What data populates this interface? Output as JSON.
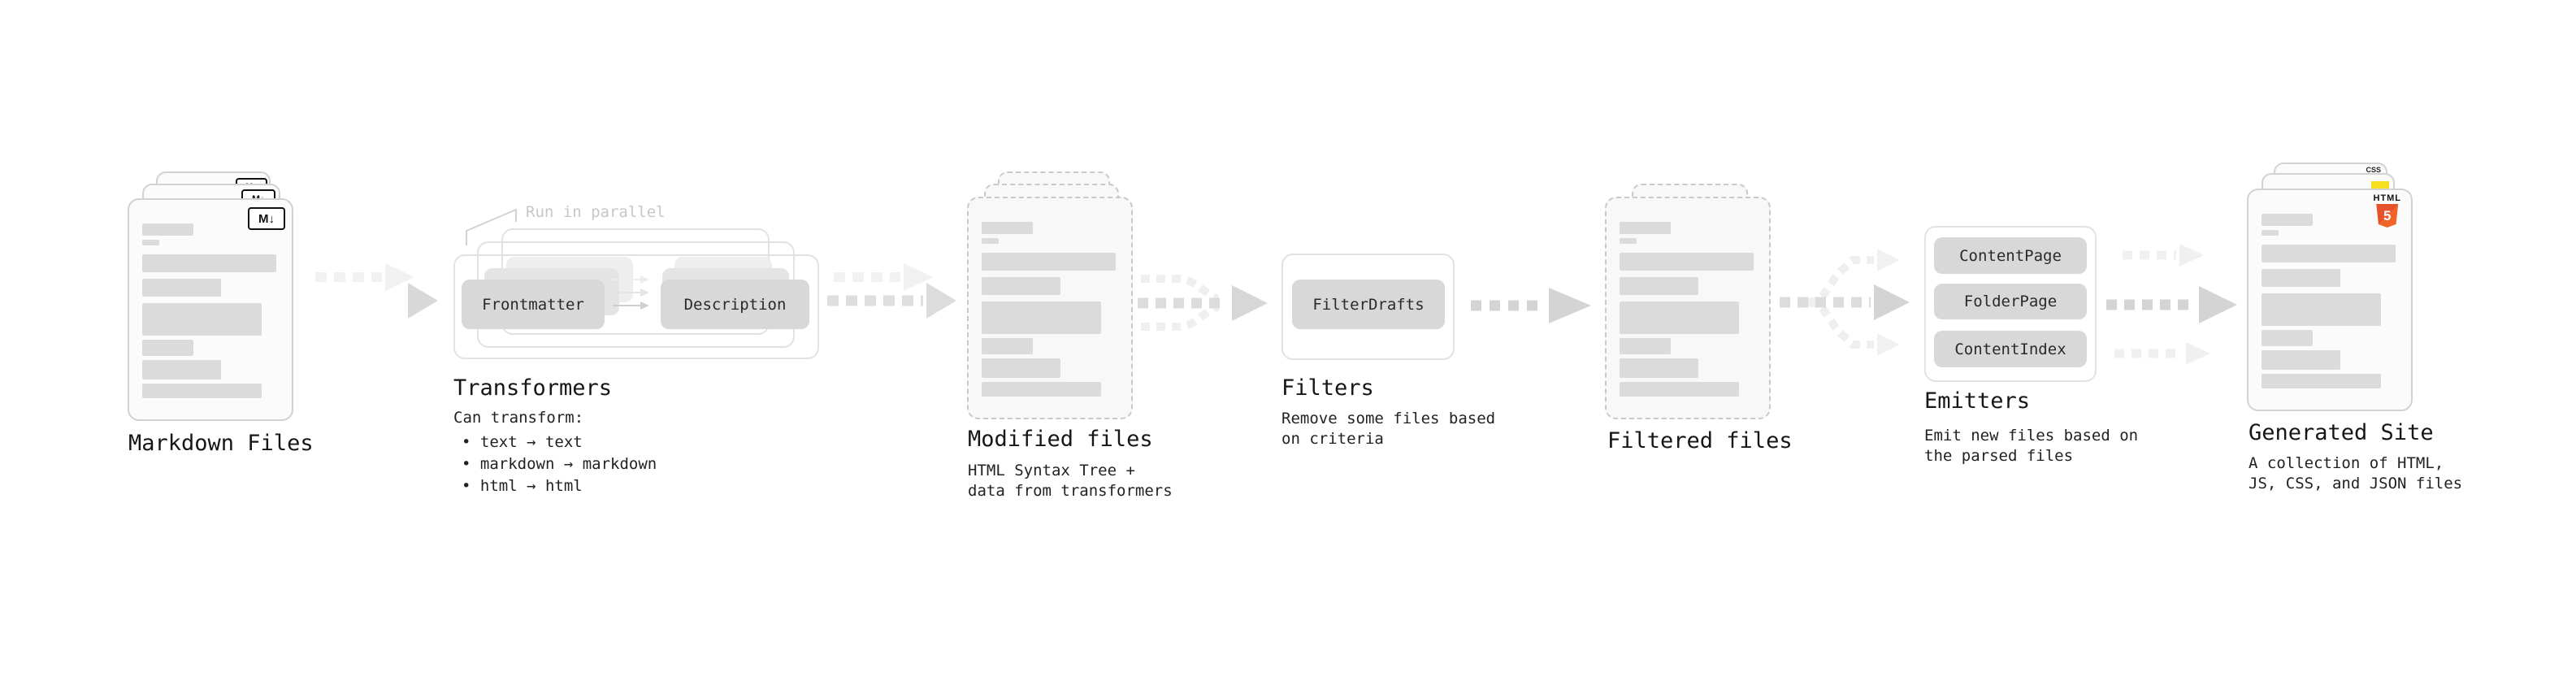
{
  "colors": {
    "accent_css_blue": "#2563eb",
    "accent_js_yellow": "#f7df1e",
    "accent_html_orange": "#e5532a"
  },
  "stages": {
    "markdown": {
      "label": "Markdown Files",
      "badge": "M↓"
    },
    "transformers": {
      "label": "Transformers",
      "note": "Run in parallel",
      "pill_frontmatter": "Frontmatter",
      "pill_description": "Description",
      "caption_title": "Can transform:",
      "bullets": [
        "• text → text",
        "• markdown → markdown",
        "• html → html"
      ]
    },
    "modified": {
      "label": "Modified files",
      "caption": "HTML Syntax Tree +\ndata from transformers"
    },
    "filters": {
      "label": "Filters",
      "pill": "FilterDrafts",
      "caption": "Remove some files based\non criteria"
    },
    "filtered": {
      "label": "Filtered files"
    },
    "emitters": {
      "label": "Emitters",
      "pills": [
        "ContentPage",
        "FolderPage",
        "ContentIndex"
      ],
      "caption": "Emit new files based on\nthe parsed files"
    },
    "generated": {
      "label": "Generated Site",
      "caption": "A collection of HTML,\nJS, CSS, and JSON files",
      "css_badge": "CSS",
      "html_badge_title": "HTML",
      "html_badge_number": "5"
    }
  }
}
